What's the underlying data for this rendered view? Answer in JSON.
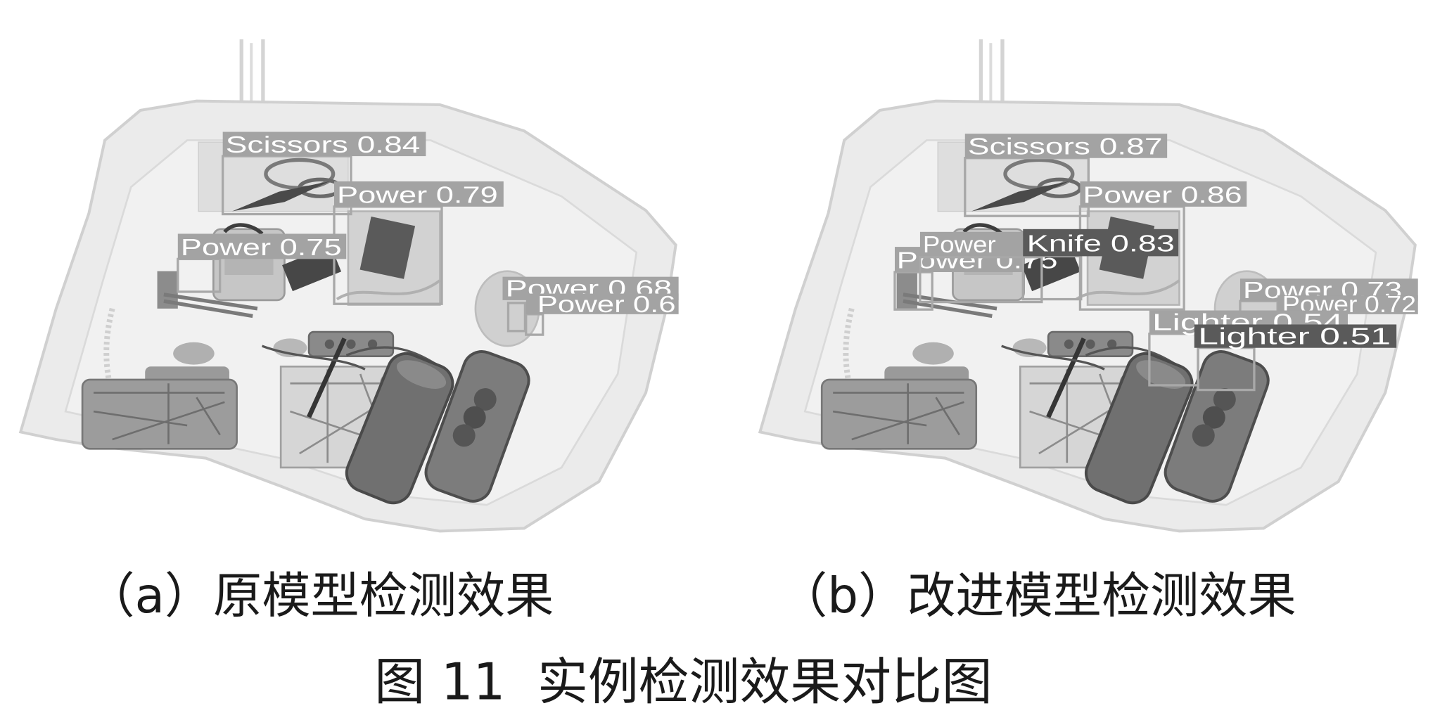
{
  "figure": {
    "caption": "图 11  实例检测效果对比图"
  },
  "panels": [
    {
      "caption": "（a）原模型检测效果",
      "detections": [
        {
          "label": "Scissors 0.84"
        },
        {
          "label": "Power 0.79"
        },
        {
          "label": "Power 0.75"
        },
        {
          "label": "Power 0.68"
        },
        {
          "label": "Power 0.6"
        }
      ]
    },
    {
      "caption": "（b）改进模型检测效果",
      "detections": [
        {
          "label": "Scissors 0.87"
        },
        {
          "label": "Power 0.86"
        },
        {
          "label": "Power 0.75"
        },
        {
          "label": "Power"
        },
        {
          "label": "Knife 0.83"
        },
        {
          "label": "Power 0.73"
        },
        {
          "label": "Power 0.72"
        },
        {
          "label": "Lighter 0.54"
        },
        {
          "label": "Lighter 0.51"
        }
      ]
    }
  ],
  "colors": {
    "label_light": "#a3a3a3",
    "label_dark": "#5a5a5a",
    "label_text": "#ffffff",
    "box": "#a8a8a8"
  }
}
